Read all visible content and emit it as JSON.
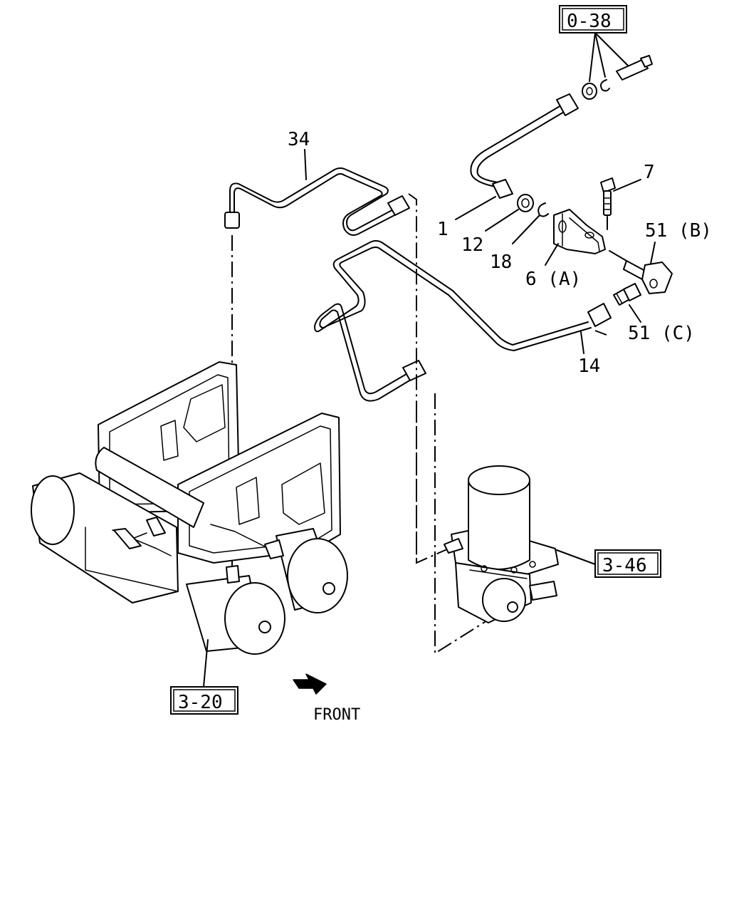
{
  "callouts": {
    "c1": "1",
    "c7": "7",
    "c12": "12",
    "c14": "14",
    "c18": "18",
    "c34": "34",
    "c6a": "6 (A)",
    "c51b": "51 (B)",
    "c51c": "51 (C)"
  },
  "references": {
    "r038": "0-38",
    "r320": "3-20",
    "r346": "3-46"
  },
  "direction": {
    "front_label": "FRONT"
  }
}
